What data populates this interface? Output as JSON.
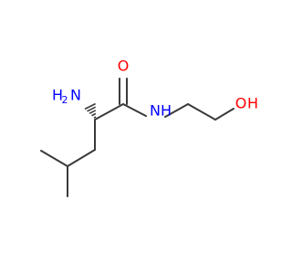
{
  "molecule": {
    "atoms": {
      "o_carbonyl": {
        "label": "O",
        "color": "#ff0000"
      },
      "n_amide_h": {
        "label": "H",
        "color": "#0000ff"
      },
      "n_amide_n": {
        "label": "N",
        "color": "#0000ff"
      },
      "oh_h": {
        "label": "H",
        "color": "#ff0000"
      },
      "oh_o": {
        "label": "O",
        "color": "#ff0000"
      },
      "nh2_h": {
        "label": "H",
        "color": "#0000ff"
      },
      "nh2_sub": {
        "label": "2",
        "color": "#0000ff"
      },
      "nh2_n": {
        "label": "N",
        "color": "#0000ff"
      }
    },
    "bond_color": "#3a3a3a"
  }
}
